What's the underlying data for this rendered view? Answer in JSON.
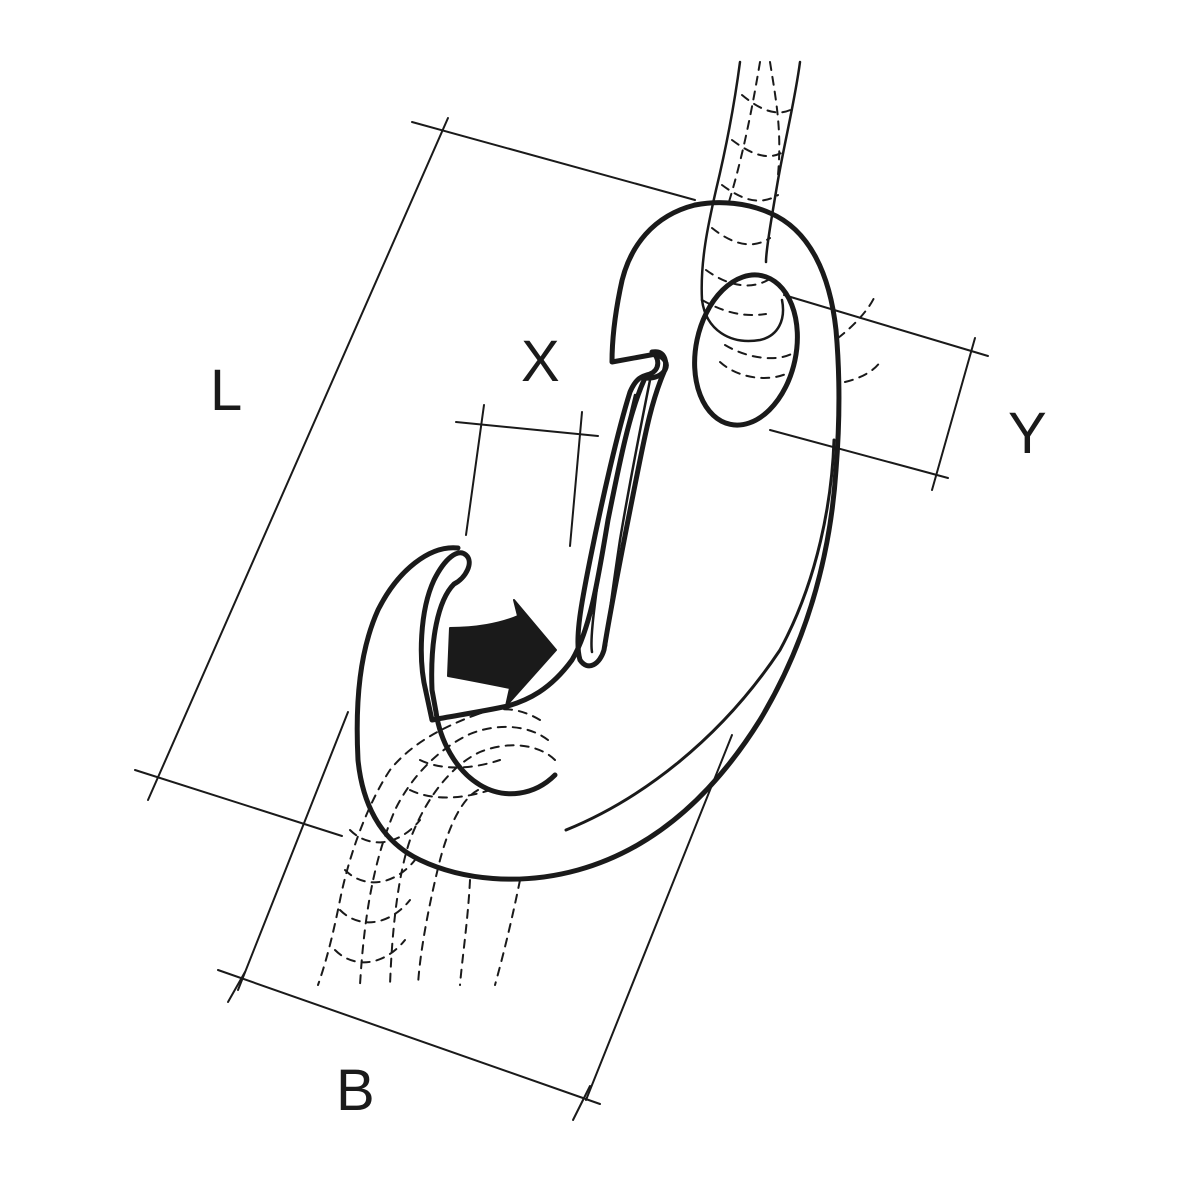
{
  "diagram": {
    "labels": {
      "L": "L",
      "X": "X",
      "Y": "Y",
      "B": "B"
    },
    "colors": {
      "stroke": "#1a1a1a",
      "background": "#ffffff"
    },
    "icons": {
      "closing_arrow": "arrow-right-icon"
    }
  }
}
